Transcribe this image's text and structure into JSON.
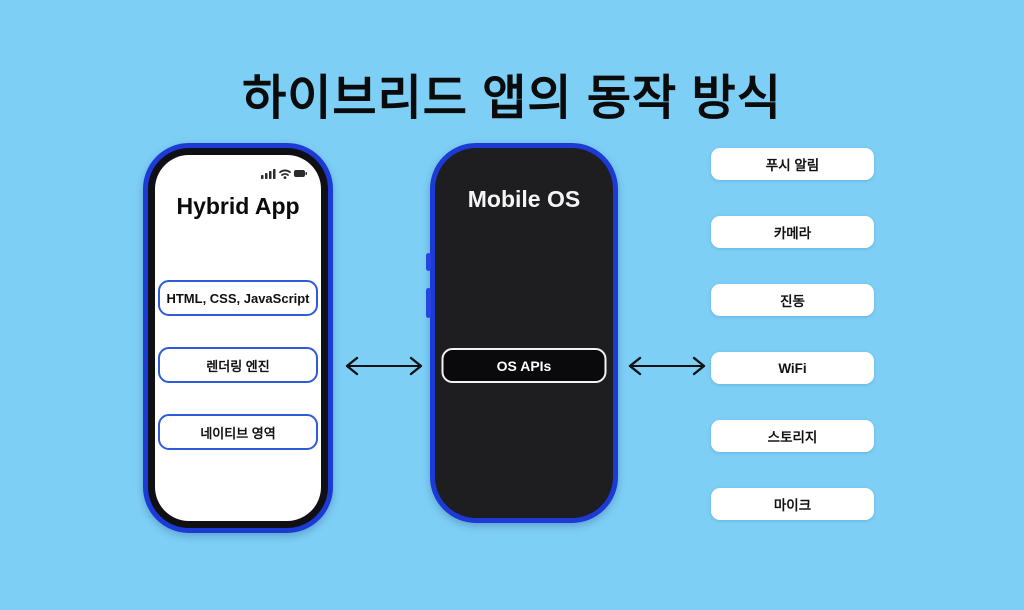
{
  "title": "하이브리드 앱의 동작 방식",
  "colors": {
    "background": "#7DCFF6",
    "phone_frame_blue": "#1C3AD6",
    "bezel_black": "#101014",
    "dark_screen": "#1E1E20",
    "layer_box_border": "#2E5BD9",
    "arrow": "#111111",
    "feature_box": "#FFFFFF"
  },
  "hybrid_phone": {
    "title": "Hybrid App",
    "status_icons": [
      "cellular-icon",
      "wifi-icon",
      "battery-icon"
    ],
    "layers": [
      "HTML, CSS, JavaScript",
      "렌더링 엔진",
      "네이티브 영역"
    ]
  },
  "os_phone": {
    "title": "Mobile OS",
    "api_box_label": "OS APIs"
  },
  "arrows": {
    "left": "double-headed-arrow",
    "right": "double-headed-arrow"
  },
  "os_features": [
    "푸시 알림",
    "카메라",
    "진동",
    "WiFi",
    "스토리지",
    "마이크"
  ]
}
